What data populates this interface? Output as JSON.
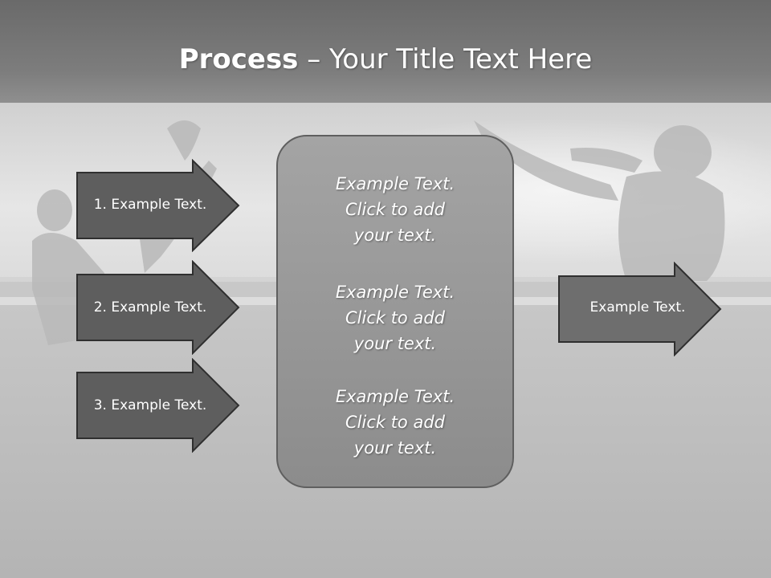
{
  "title": {
    "bold_part": "Process",
    "rest_part": " – Your Title Text Here"
  },
  "left_arrows": [
    {
      "label": "1. Example Text."
    },
    {
      "label": "2. Example Text."
    },
    {
      "label": "3. Example Text."
    }
  ],
  "center_box": {
    "paragraphs": [
      {
        "text": "Example Text.\nClick  to add\nyour text."
      },
      {
        "text": "Example Text.\nClick  to add\nyour text."
      },
      {
        "text": "Example Text.\nClick  to add\nyour text."
      }
    ]
  },
  "right_arrow": {
    "label": "Example Text."
  },
  "colors": {
    "arrow_fill": "#5e5e5e",
    "right_arrow_fill": "#6e6e6e",
    "arrow_stroke": "#2f2f2f"
  }
}
